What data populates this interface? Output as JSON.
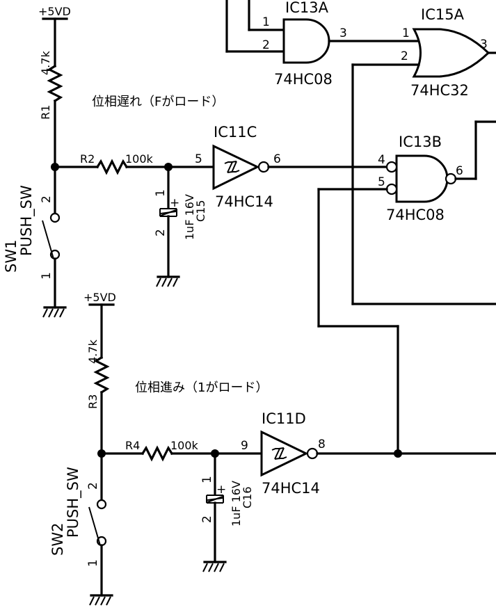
{
  "power": {
    "vcc1": "+5VD",
    "vcc2": "+5VD"
  },
  "resistors": {
    "r1": {
      "ref": "R1",
      "value": "4.7k"
    },
    "r2": {
      "ref": "R2",
      "value": "100k"
    },
    "r3": {
      "ref": "R3",
      "value": "4.7k"
    },
    "r4": {
      "ref": "R4",
      "value": "100k"
    }
  },
  "capacitors": {
    "c15": {
      "ref": "C15",
      "value": "1uF 16V",
      "pin1": "1",
      "pin2": "2",
      "pol": "+"
    },
    "c16": {
      "ref": "C16",
      "value": "1uF 16V",
      "pin1": "1",
      "pin2": "2",
      "pol": "+"
    }
  },
  "switches": {
    "sw1": {
      "ref": "SW1",
      "type": "PUSH_SW",
      "pin1": "1",
      "pin2": "2"
    },
    "sw2": {
      "ref": "SW2",
      "type": "PUSH_SW",
      "pin1": "1",
      "pin2": "2"
    }
  },
  "gates": {
    "ic13a": {
      "ref": "IC13A",
      "part": "74HC08",
      "in1": "1",
      "in2": "2",
      "out": "3"
    },
    "ic15a": {
      "ref": "IC15A",
      "part": "74HC32",
      "in1": "1",
      "in2": "2",
      "out": "3"
    },
    "ic13b": {
      "ref": "IC13B",
      "part": "74HC08",
      "in1": "4",
      "in2": "5",
      "out": "6"
    },
    "ic11c": {
      "ref": "IC11C",
      "part": "74HC14",
      "in": "5",
      "out": "6"
    },
    "ic11d": {
      "ref": "IC11D",
      "part": "74HC14",
      "in": "9",
      "out": "8"
    }
  },
  "notes": {
    "phase_lag": "位相遅れ（Fがロード）",
    "phase_lead": "位相進み（1がロード）"
  }
}
